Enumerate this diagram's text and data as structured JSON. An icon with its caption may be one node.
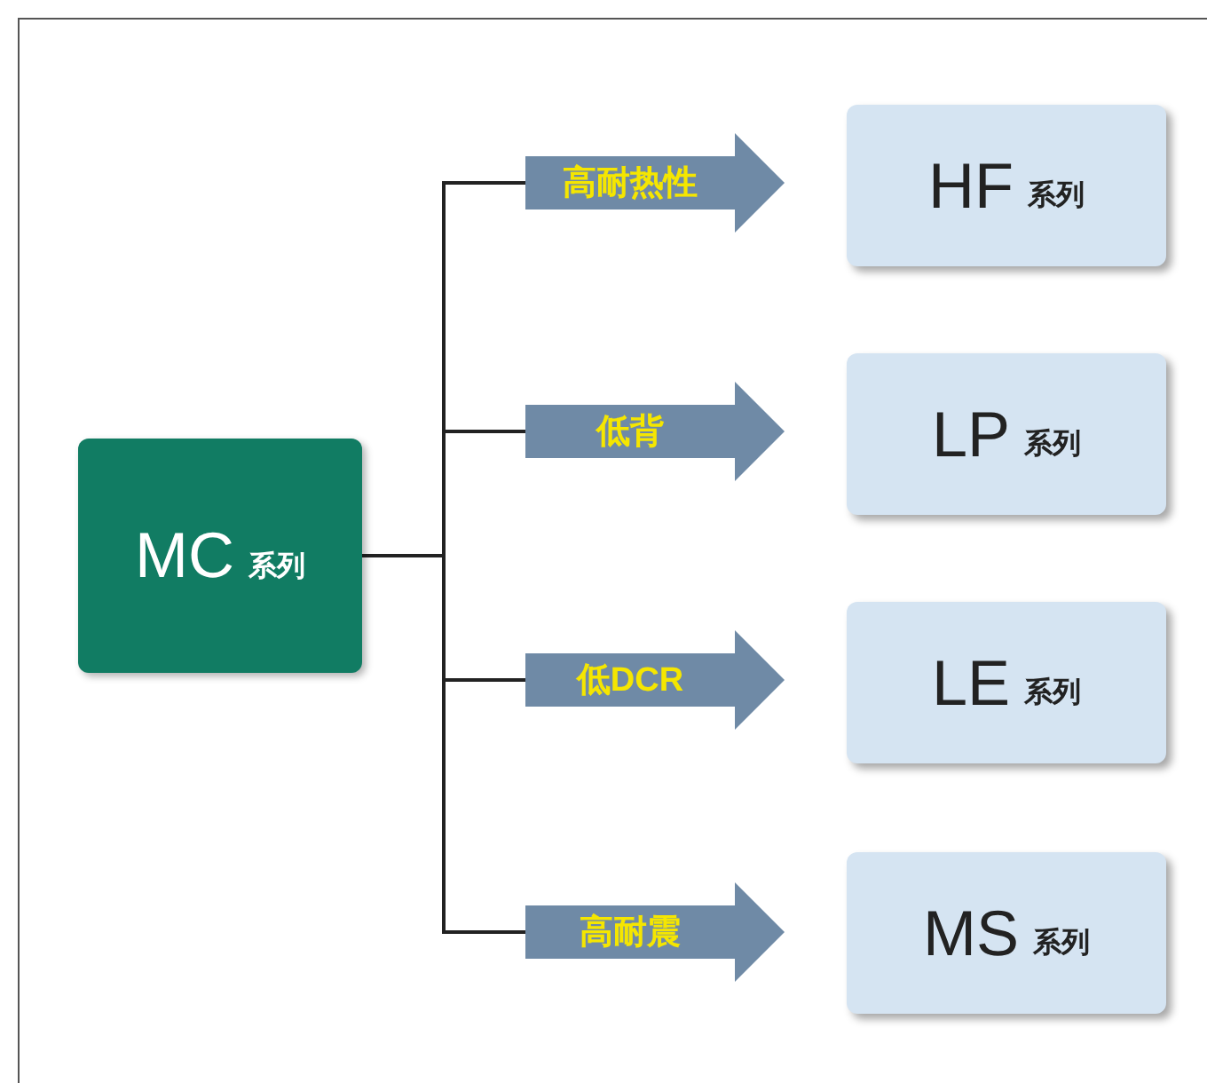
{
  "diagram": {
    "nodes": [
      {
        "text": [
          "MC",
          "系列"
        ]
      },
      {
        "text": [
          "高耐热性"
        ]
      },
      {
        "text": [
          "低背"
        ]
      },
      {
        "text": [
          "低DCR"
        ]
      },
      {
        "text": [
          "高耐震"
        ]
      },
      {
        "text": [
          "HF",
          "系列"
        ]
      },
      {
        "text": [
          "LP",
          "系列"
        ]
      },
      {
        "text": [
          "LE",
          "系列"
        ]
      },
      {
        "text": [
          "MS",
          "系列"
        ]
      }
    ],
    "edges": [
      {
        "from": 0,
        "to": 1,
        "arrow": "none"
      },
      {
        "from": 0,
        "to": 2,
        "arrow": "none"
      },
      {
        "from": 0,
        "to": 3,
        "arrow": "none"
      },
      {
        "from": 0,
        "to": 4,
        "arrow": "none"
      }
    ]
  }
}
